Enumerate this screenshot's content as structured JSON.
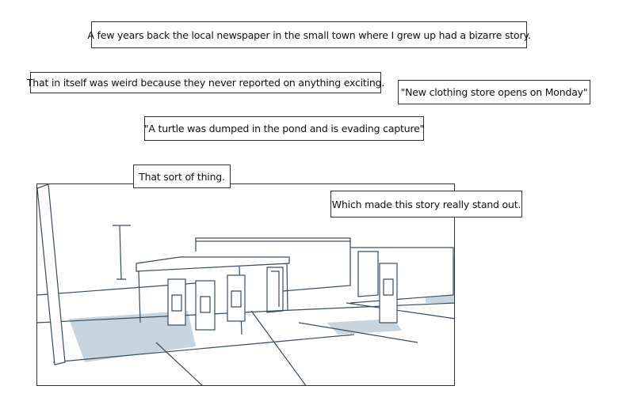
{
  "captions": [
    "A few years back the local newspaper in the small town where I grew up had a bizarre story.",
    "That in itself was weird because they never reported on anything exciting.",
    "\"New clothing store opens on Monday\"",
    "\"A turtle was dumped in the pond and is evading capture\"",
    "That sort of thing.",
    "Which made this story really stand out."
  ],
  "colors": {
    "line": "#3a4c5e",
    "shadow": "#c9d5de",
    "border": "#333333"
  }
}
